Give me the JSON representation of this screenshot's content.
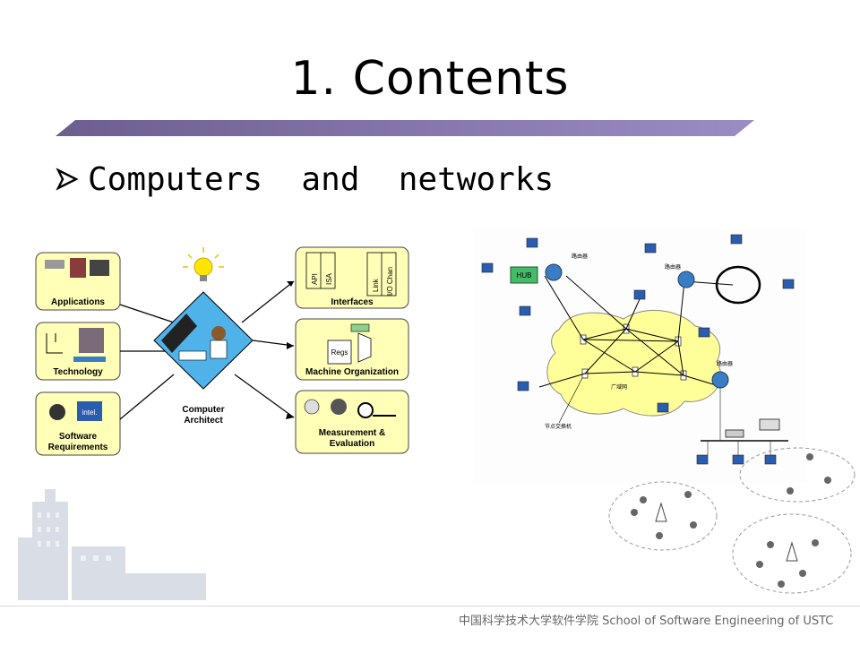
{
  "slide": {
    "title": "1. Contents",
    "bullet": "Computers  and  networks",
    "footer": "中国科学技术大学软件学院  School of Software Engineering of USTC"
  },
  "architecture_diagram": {
    "applications_label": "Applications",
    "technology_label": "Technology",
    "software_requirements_label_1": "Software",
    "software_requirements_label_2": "Requirements",
    "architect_label_1": "Computer",
    "architect_label_2": "Architect",
    "interfaces_label": "Interfaces",
    "machine_org_label": "Machine Organization",
    "measurement_label_1": "Measurement &",
    "measurement_label_2": "Evaluation",
    "api_label": "API",
    "isa_label": "ISA",
    "link_label": "Link",
    "io_chan_label": "I/O Chan",
    "regs_label": "Regs",
    "intel_label": "intel."
  },
  "network_diagram": {
    "hub_label": "HUB",
    "router_label": "路由器",
    "wan_label": "广域网",
    "switch_node_label": "节点交换机"
  }
}
